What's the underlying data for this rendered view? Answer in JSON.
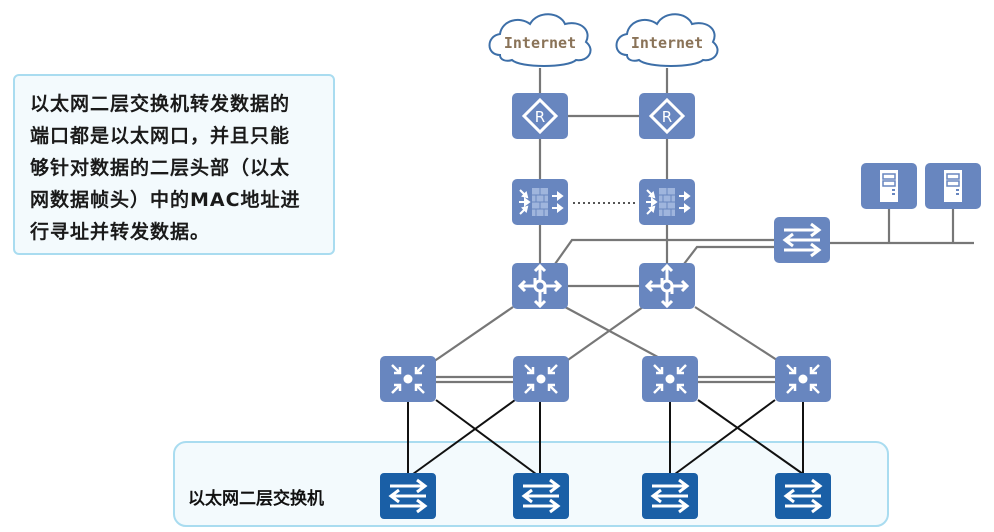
{
  "note": {
    "lines": [
      "以太网二层交换机转发数据的",
      "端口都是以太网口，并且只能",
      "够针对数据的二层头部（以太",
      "网数据帧头）中的MAC地址进",
      "行寻址并转发数据。"
    ]
  },
  "access_layer_label": "以太网二层交换机",
  "clouds": [
    {
      "label": "Internet"
    },
    {
      "label": "Internet"
    }
  ],
  "devices": {
    "routers": 2,
    "firewalls": 2,
    "core_switches": 2,
    "aggregation_switches": 4,
    "access_switches": 4,
    "server_switch": 1,
    "servers": 2
  },
  "colors": {
    "device_fill": "#6886bf",
    "access_switch_fill": "#1a5fa6",
    "link_gray": "#777777",
    "link_black": "#111111",
    "box_border": "#a9dcf0",
    "box_fill": "#f3fafd",
    "cloud_text": "#8a7358",
    "cloud_stroke": "#3d6fa8"
  }
}
